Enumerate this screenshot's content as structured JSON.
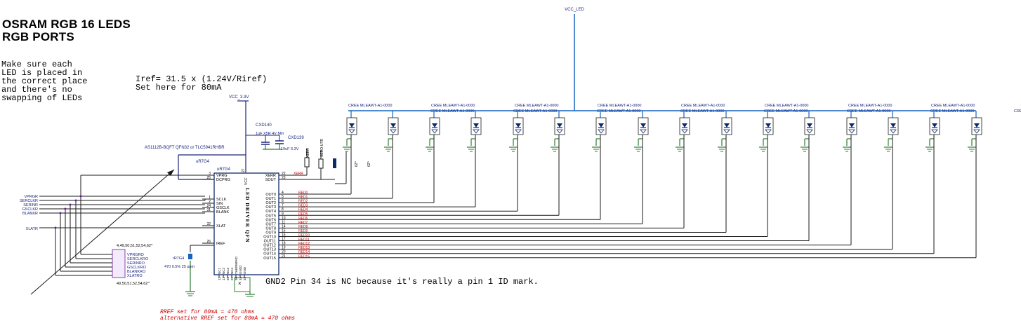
{
  "title": {
    "line1": "OSRAM RGB 16 LEDS",
    "line2": "RGB PORTS"
  },
  "placement_note": [
    "Make sure each",
    "LED is placed in",
    "the correct place",
    "and there's no",
    "swapping of LEDs"
  ],
  "iref_note": [
    "Iref= 31.5 x (1.24V/Riref)",
    "Set here for 80mA"
  ],
  "gnd_note": "GND2 Pin 34 is NC because it's really a pin 1 ID mark.",
  "rref_notes": [
    "RREF set for 80mA = 470 ohms",
    "alternative RREF set for 80mA = 470 ohms"
  ],
  "power": {
    "vcc_led": "VCC_LED",
    "vcc_3v3": "VCC_3.3V"
  },
  "caps": [
    {
      "ref": "CXD140",
      "value": "1uF X5R 4V Min"
    },
    {
      "ref": "CXD139",
      "value": "10uF 6.3V"
    }
  ],
  "resistor": {
    "ref": "rR7G4",
    "value": "470 0.5% 25 ppm"
  },
  "chip": {
    "part": "AS1112B-BQFT QFN32 or TLC5941RHBR",
    "ref": "uR7G4",
    "name": "LED DRIVER QFN",
    "left_pins": [
      {
        "num": "3",
        "name": "VPRG"
      },
      {
        "num": "25",
        "name": "DCPRG"
      },
      {
        "num": "1",
        "name": "SCLK"
      },
      {
        "num": "2",
        "name": "SIN"
      },
      {
        "num": "24",
        "name": "GSCLK"
      },
      {
        "num": "31",
        "name": "BLANK"
      },
      {
        "num": "32",
        "name": "XLAT"
      },
      {
        "num": "26",
        "name": "IREF"
      }
    ],
    "top_pins": [
      {
        "num": "27",
        "name": "VCC"
      }
    ],
    "right_top_pins": [
      {
        "num": "22",
        "name": "XERR"
      },
      {
        "num": "23",
        "name": "SOUT"
      }
    ],
    "outputs": [
      {
        "num": "4",
        "name": "OUT0",
        "net": "RED0"
      },
      {
        "num": "5",
        "name": "OUT1",
        "net": "RED1"
      },
      {
        "num": "6",
        "name": "OUT2",
        "net": "RED2"
      },
      {
        "num": "7",
        "name": "OUT3",
        "net": "RED3"
      },
      {
        "num": "8",
        "name": "OUT4",
        "net": "RED4"
      },
      {
        "num": "9",
        "name": "OUT5",
        "net": "RED5"
      },
      {
        "num": "10",
        "name": "OUT6",
        "net": "RED6"
      },
      {
        "num": "11",
        "name": "OUT7",
        "net": "RED7"
      },
      {
        "num": "14",
        "name": "OUT8",
        "net": "RED8"
      },
      {
        "num": "15",
        "name": "OUT9",
        "net": "RED9"
      },
      {
        "num": "16",
        "name": "OUT10",
        "net": "RED10"
      },
      {
        "num": "17",
        "name": "OUT11",
        "net": "RED11"
      },
      {
        "num": "18",
        "name": "OUT12",
        "net": "RED12"
      },
      {
        "num": "19",
        "name": "OUT13",
        "net": "RED13"
      },
      {
        "num": "20",
        "name": "OUT14",
        "net": "RED14"
      },
      {
        "num": "21",
        "name": "OUT15",
        "net": "RED15"
      }
    ],
    "bottom_pins": [
      {
        "num": "12",
        "name": "NC1"
      },
      {
        "num": "13",
        "name": "NC2"
      },
      {
        "num": "28",
        "name": "NC3"
      },
      {
        "num": "29",
        "name": "NC4"
      },
      {
        "num": "30",
        "name": "THERMPAD"
      },
      {
        "num": "34",
        "name": "GND2"
      },
      {
        "num": "33",
        "name": "GND"
      }
    ]
  },
  "inputs": [
    "VPRGR",
    "SERCLKR",
    "SERINR",
    "GSCLKR",
    "BLANKR",
    "XLATR"
  ],
  "outputs_connector": {
    "label_top": "4,49,50,51,52,54,62^",
    "label_bottom": "49,50,51,52,54,62^",
    "nets": [
      "VPRGRO",
      "SERCLKRO",
      "SERINRO",
      "GSCLKRO",
      "BLANKRO",
      "XLATRO"
    ]
  },
  "xerr": {
    "net": "XERR",
    "resistor": "XERR",
    "pullup": "SERO-UTR",
    "side_marks": [
      "62^",
      "62^"
    ]
  },
  "led_part": "CREE MLEAWT-A1-0000",
  "led_count": 16,
  "colors": {
    "wire": "#1a1a1a",
    "net_red": "#cc0000",
    "power_blue": "#1565c0",
    "ground": "#2e7d32",
    "label_blue": "#1a237e",
    "chip_outline": "#0d2a6b"
  }
}
